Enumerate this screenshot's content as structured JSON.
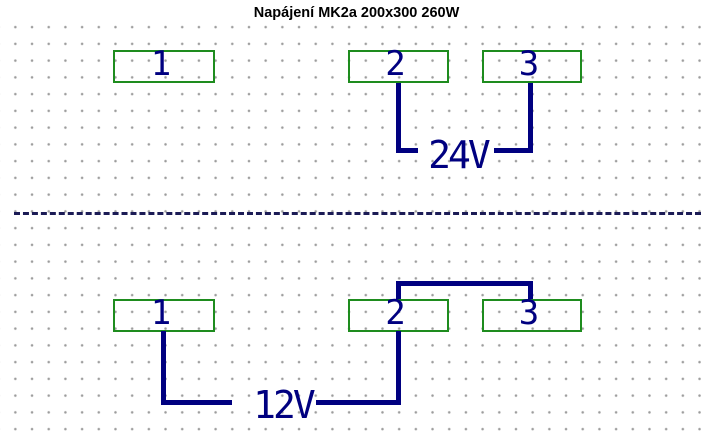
{
  "title": "Napájení MK2a 200x300 260W",
  "top": {
    "terminals": [
      {
        "label": "1"
      },
      {
        "label": "2"
      },
      {
        "label": "3"
      }
    ],
    "voltage": "24V"
  },
  "bottom": {
    "terminals": [
      {
        "label": "1"
      },
      {
        "label": "2"
      },
      {
        "label": "3"
      }
    ],
    "voltage": "12V"
  },
  "colors": {
    "terminal_border": "#1e8c1e",
    "wire": "#000080",
    "text": "#000080",
    "title": "#000000",
    "separator": "#1b1b55"
  }
}
